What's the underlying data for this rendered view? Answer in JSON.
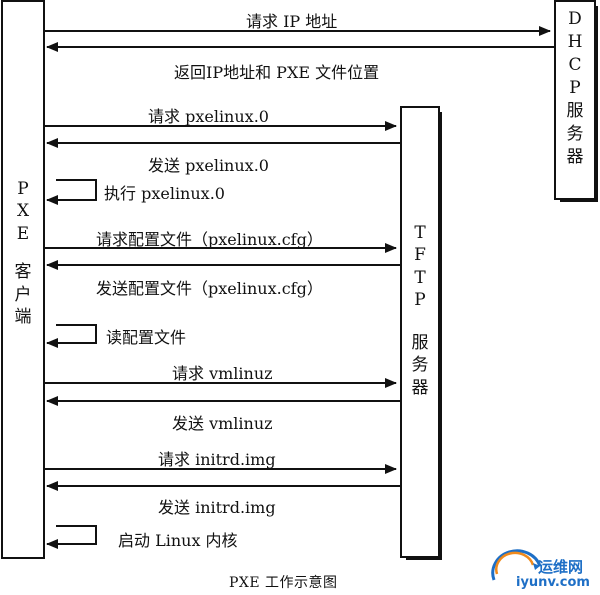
{
  "participants": {
    "pxe_client": {
      "label_lines": [
        "P",
        "X",
        "E",
        "",
        "客",
        "户",
        "端"
      ]
    },
    "tftp_server": {
      "label_lines": [
        "T",
        "F",
        "T",
        "P",
        "",
        "服",
        "务",
        "器"
      ]
    },
    "dhcp_server": {
      "label_lines": [
        "D",
        "H",
        "C",
        "P",
        "服",
        "务",
        "器"
      ]
    }
  },
  "messages": [
    {
      "id": "request-ip",
      "text": "请求 IP 地址",
      "from": "pxe_client",
      "to": "dhcp_server"
    },
    {
      "id": "return-ip",
      "text": "返回IP地址和 PXE 文件位置",
      "from": "dhcp_server",
      "to": "pxe_client"
    },
    {
      "id": "request-pxelinux",
      "text": "请求 pxelinux.0",
      "from": "pxe_client",
      "to": "tftp_server"
    },
    {
      "id": "send-pxelinux",
      "text": "发送 pxelinux.0",
      "from": "tftp_server",
      "to": "pxe_client"
    },
    {
      "id": "exec-pxelinux",
      "text": "执行 pxelinux.0",
      "from": "pxe_client",
      "to": "pxe_client"
    },
    {
      "id": "request-cfg",
      "text": "请求配置文件（pxelinux.cfg）",
      "from": "pxe_client",
      "to": "tftp_server"
    },
    {
      "id": "send-cfg",
      "text": "发送配置文件（pxelinux.cfg）",
      "from": "tftp_server",
      "to": "pxe_client"
    },
    {
      "id": "read-cfg",
      "text": "读配置文件",
      "from": "pxe_client",
      "to": "pxe_client"
    },
    {
      "id": "request-vmlinuz",
      "text": "请求 vmlinuz",
      "from": "pxe_client",
      "to": "tftp_server"
    },
    {
      "id": "send-vmlinuz",
      "text": "发送 vmlinuz",
      "from": "tftp_server",
      "to": "pxe_client"
    },
    {
      "id": "request-initrd",
      "text": "请求 initrd.img",
      "from": "pxe_client",
      "to": "tftp_server"
    },
    {
      "id": "send-initrd",
      "text": "发送  initrd.img",
      "from": "tftp_server",
      "to": "pxe_client"
    },
    {
      "id": "boot-kernel",
      "text": "启动 Linux 内核",
      "from": "pxe_client",
      "to": "pxe_client"
    }
  ],
  "caption": "PXE 工作示意图",
  "watermark": {
    "text_cn": "运维网",
    "text_en": "iyunv.com"
  }
}
